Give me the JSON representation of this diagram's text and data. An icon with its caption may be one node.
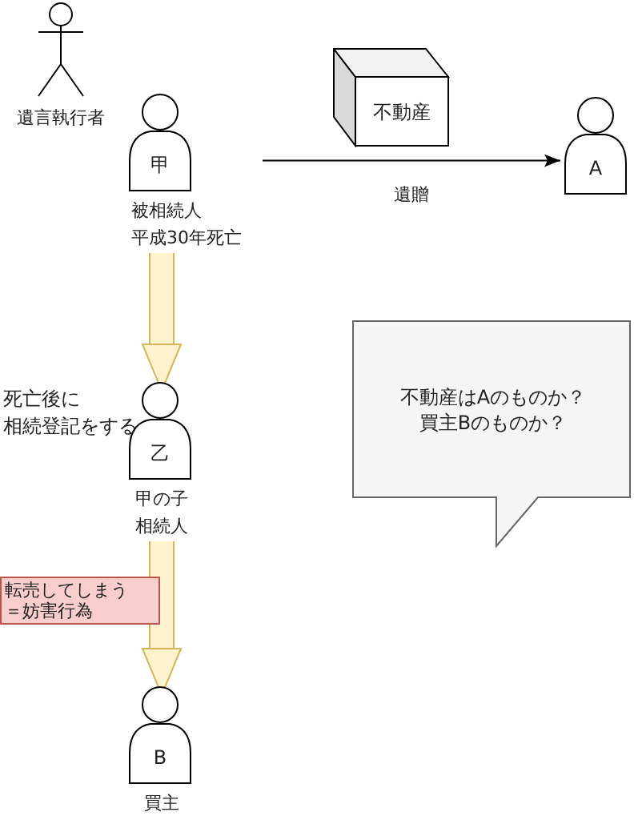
{
  "diagram": {
    "nodes": [
      {
        "text": [
          "遺言執行者"
        ]
      },
      {
        "text": [
          "甲",
          "被相続人",
          "平成30年死亡"
        ]
      },
      {
        "text": [
          "不動産"
        ]
      },
      {
        "text": [
          "A"
        ]
      },
      {
        "text": [
          "乙",
          "甲の子",
          "相続人"
        ],
        "beside": [
          "死亡後に",
          "相続登記をする"
        ]
      },
      {
        "text": [
          "B",
          "買主"
        ]
      },
      {
        "text": [
          "転売してしまう",
          "＝妨害行為"
        ]
      },
      {
        "text": [
          "不動産はAのものか？",
          "買主Bのものか？"
        ]
      }
    ],
    "edges": [
      {
        "from": 1,
        "to": 3,
        "arrow": "to",
        "label": "遺贈",
        "color": "#000000"
      },
      {
        "from": 1,
        "to": 4,
        "arrow": "to",
        "color": "#fff2cc"
      },
      {
        "from": 4,
        "to": 5,
        "arrow": "to",
        "color": "#fff2cc"
      }
    ]
  }
}
